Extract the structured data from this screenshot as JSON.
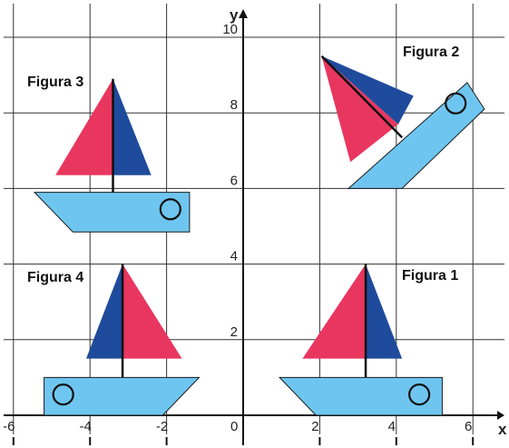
{
  "axes": {
    "x_label": "x",
    "y_label": "y",
    "x_ticks": [
      {
        "value": -6,
        "label": "-6"
      },
      {
        "value": -4,
        "label": "-4"
      },
      {
        "value": -2,
        "label": "-2"
      },
      {
        "value": 0,
        "label": "0"
      },
      {
        "value": 2,
        "label": "2"
      },
      {
        "value": 4,
        "label": "4"
      },
      {
        "value": 6,
        "label": "6"
      }
    ],
    "y_ticks": [
      {
        "value": 2,
        "label": "2"
      },
      {
        "value": 4,
        "label": "4"
      },
      {
        "value": 6,
        "label": "6"
      },
      {
        "value": 8,
        "label": "8"
      },
      {
        "value": 10,
        "label": "10"
      }
    ],
    "x_range": [
      -6.3,
      7
    ],
    "y_range": [
      -0.5,
      11
    ],
    "grid": true
  },
  "colors": {
    "hull": "#6ec6f0",
    "sail_red": "#e8365f",
    "sail_blue": "#1f4b9c",
    "outline": "#1b1b1b",
    "grid": "#333333"
  },
  "figures": [
    {
      "id": "figura-1",
      "label": "Figura 1"
    },
    {
      "id": "figura-2",
      "label": "Figura 2"
    },
    {
      "id": "figura-3",
      "label": "Figura 3"
    },
    {
      "id": "figura-4",
      "label": "Figura 4"
    }
  ]
}
